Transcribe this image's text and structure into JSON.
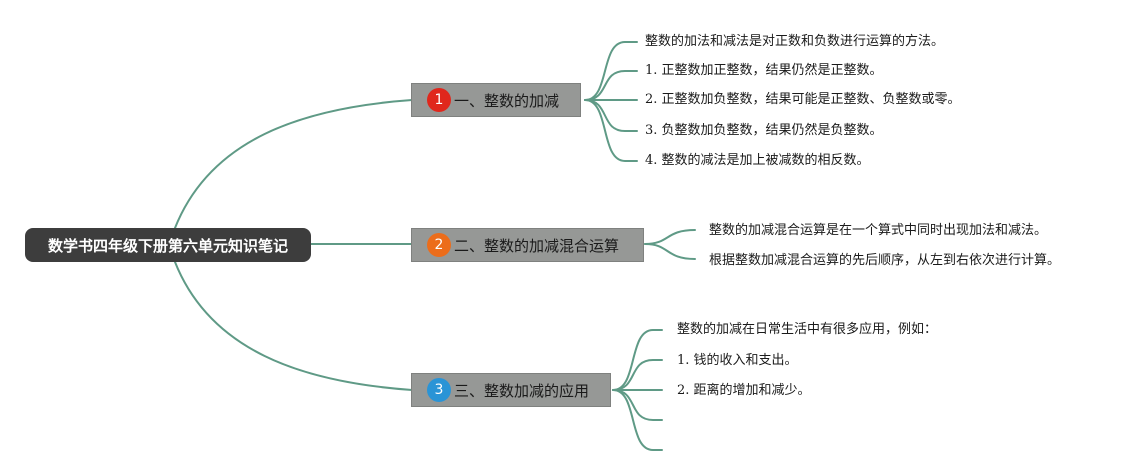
{
  "root": {
    "label": "数学书四年级下册第六单元知识笔记"
  },
  "topics": [
    {
      "number": "1",
      "label": "一、整数的加减",
      "badge_color": "#e0271c",
      "items": [
        "整数的加法和减法是对正数和负数进行运算的方法。",
        "1. 正整数加正整数，结果仍然是正整数。",
        "2. 正整数加负整数，结果可能是正整数、负整数或零。",
        "3. 负整数加负整数，结果仍然是负整数。",
        "4. 整数的减法是加上被减数的相反数。"
      ]
    },
    {
      "number": "2",
      "label": "二、整数的加减混合运算",
      "badge_color": "#ec6d1b",
      "items": [
        "整数的加减混合运算是在一个算式中同时出现加法和减法。",
        "根据整数加减混合运算的先后顺序，从左到右依次进行计算。"
      ]
    },
    {
      "number": "3",
      "label": "三、整数加减的应用",
      "badge_color": "#2a94d6",
      "items": [
        "整数的加减在日常生活中有很多应用，例如：",
        "1. 钱的收入和支出。",
        "2. 距离的增加和减少。",
        "",
        ""
      ]
    }
  ],
  "colors": {
    "connector": "#5f9a86",
    "root_bg": "#3d3d3d",
    "topic_bg": "#969896"
  }
}
